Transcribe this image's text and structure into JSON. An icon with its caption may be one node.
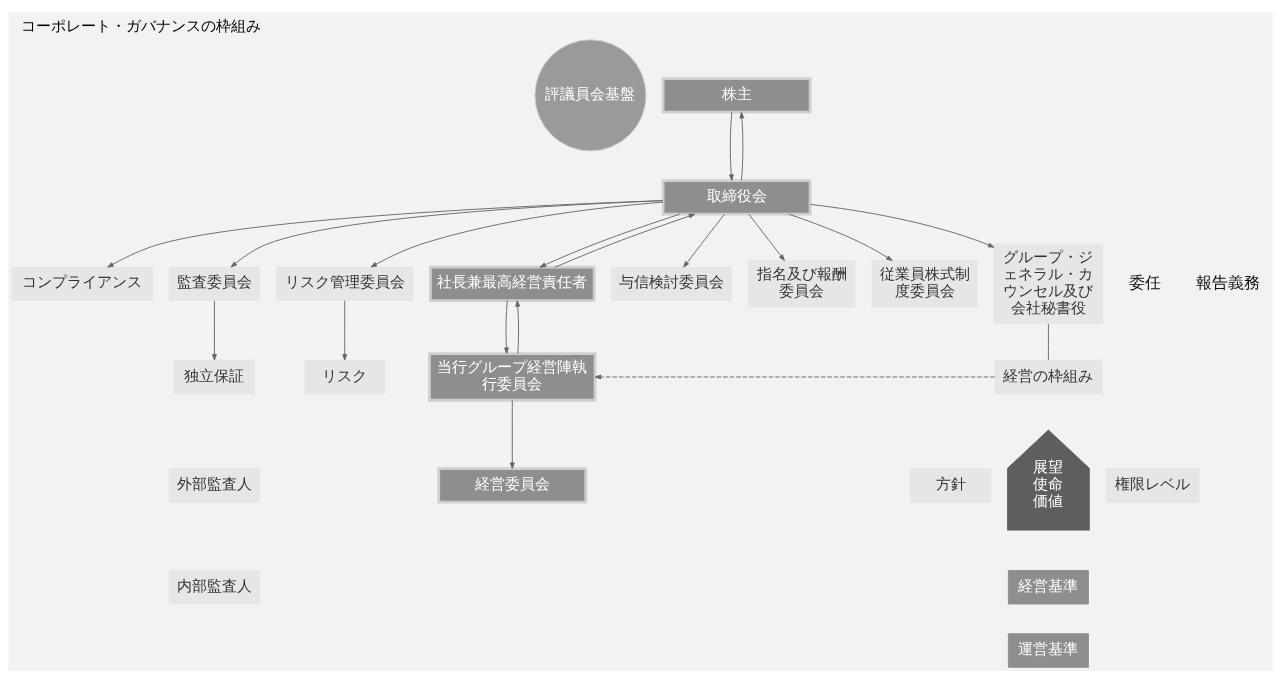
{
  "diagram": {
    "title": "コーポレート・ガバナンスの枠組み",
    "nodes": [
      {
        "text": [
          "評議員会基盤"
        ]
      },
      {
        "text": [
          "株主"
        ]
      },
      {
        "text": [
          "取締役会"
        ]
      },
      {
        "text": [
          "社長兼最高経営責任者"
        ]
      },
      {
        "text": [
          "当行グループ経営陣執行委員会"
        ]
      },
      {
        "text": [
          "経営委員会"
        ]
      },
      {
        "text": [
          "コンプライアンス"
        ]
      },
      {
        "text": [
          "監査委員会"
        ]
      },
      {
        "text": [
          "独立保証"
        ]
      },
      {
        "text": [
          "外部監査人"
        ]
      },
      {
        "text": [
          "内部監査人"
        ]
      },
      {
        "text": [
          "リスク管理委員会"
        ]
      },
      {
        "text": [
          "リスク"
        ]
      },
      {
        "text": [
          "与信検討委員会"
        ]
      },
      {
        "text": [
          "指名及び報酬委員会"
        ]
      },
      {
        "text": [
          "従業員株式制度委員会"
        ]
      },
      {
        "text": [
          "グループ・ジェネラル・カウンセル及び会社秘書役"
        ]
      },
      {
        "text": [
          "経営の枠組み"
        ]
      },
      {
        "text": [
          "方針"
        ]
      },
      {
        "text": [
          "権限レベル"
        ]
      },
      {
        "text": [
          "展望",
          "使命",
          "価値"
        ]
      },
      {
        "text": [
          "経営基準"
        ]
      },
      {
        "text": [
          "運営基準"
        ]
      }
    ],
    "edges": [
      {
        "from": 2,
        "to": 1,
        "arrow": "to"
      },
      {
        "from": 1,
        "to": 2,
        "arrow": "to"
      },
      {
        "from": 2,
        "to": 3,
        "arrow": "to"
      },
      {
        "from": 3,
        "to": 2,
        "arrow": "to"
      },
      {
        "from": 2,
        "to": 6,
        "arrow": "to"
      },
      {
        "from": 2,
        "to": 7,
        "arrow": "to"
      },
      {
        "from": 2,
        "to": 11,
        "arrow": "to"
      },
      {
        "from": 2,
        "to": 13,
        "arrow": "to"
      },
      {
        "from": 2,
        "to": 14,
        "arrow": "to"
      },
      {
        "from": 2,
        "to": 15,
        "arrow": "to"
      },
      {
        "from": 2,
        "to": 16,
        "arrow": "to"
      },
      {
        "from": 7,
        "to": 8,
        "arrow": "to"
      },
      {
        "from": 11,
        "to": 12,
        "arrow": "to"
      },
      {
        "from": 3,
        "to": 4,
        "arrow": "to"
      },
      {
        "from": 4,
        "to": 3,
        "arrow": "to"
      },
      {
        "from": 4,
        "to": 5,
        "arrow": "to"
      },
      {
        "from": 16,
        "to": 17,
        "arrow": "none"
      },
      {
        "from": 17,
        "to": 4,
        "arrow": "to",
        "style": "dashed"
      }
    ],
    "labels": [
      "委任",
      "報告義務"
    ]
  }
}
